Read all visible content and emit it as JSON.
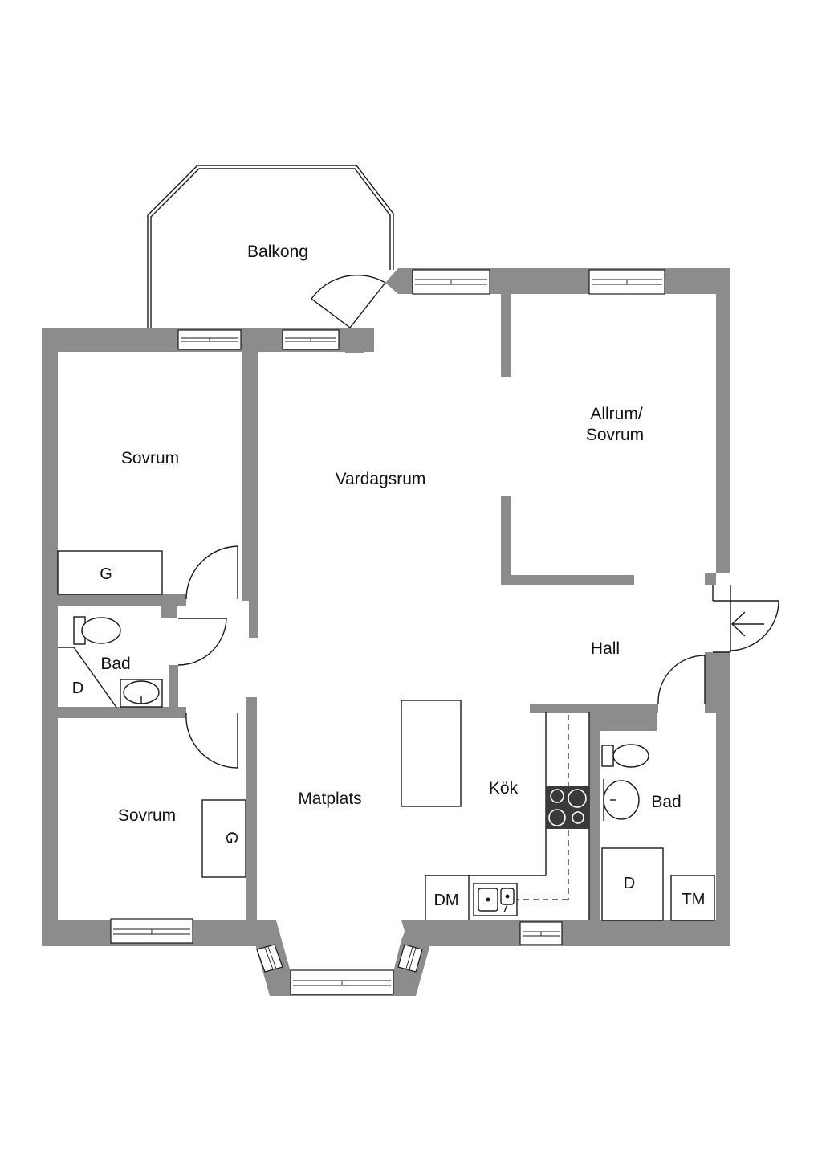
{
  "floor_plan": {
    "rooms": {
      "balcony": "Balkong",
      "bedroom_upper": "Sovrum",
      "living_room": "Vardagsrum",
      "family_room_line1": "Allrum/",
      "family_room_line2": "Sovrum",
      "bath_left": "Bad",
      "hall": "Hall",
      "bedroom_lower": "Sovrum",
      "dining": "Matplats",
      "kitchen": "Kök",
      "bath_right": "Bad"
    },
    "fixtures": {
      "wardrobe_upper": "G",
      "wardrobe_lower": "G",
      "dryer_left": "D",
      "dryer_right": "D",
      "dishwasher": "DM",
      "tumble_dryer": "TM"
    },
    "colors": {
      "wall": "#8c8c8c",
      "line": "#1a1a1a",
      "hob": "#3a3a3a"
    }
  }
}
